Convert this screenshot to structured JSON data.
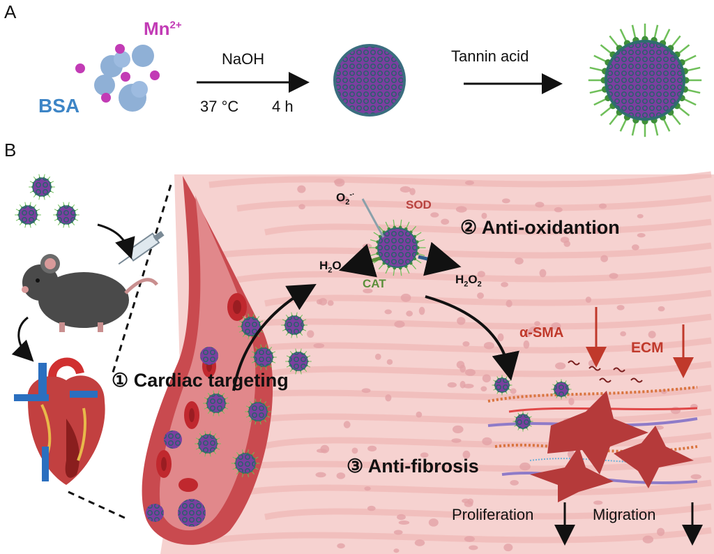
{
  "panel_a": {
    "label": "A",
    "mn_label": "Mn",
    "mn_charge": "2+",
    "bsa_label": "BSA",
    "ion_text": "Mn²⁺",
    "step1": {
      "reagent": "NaOH",
      "temperature": "37 °C",
      "time": "4 h"
    },
    "step2": {
      "reagent": "Tannin acid"
    }
  },
  "panel_b": {
    "label": "B",
    "steps": [
      {
        "number": "①",
        "text": "Cardiac targeting"
      },
      {
        "number": "②",
        "text": "Anti-oxidantion"
      },
      {
        "number": "③",
        "text": "Anti-fibrosis"
      }
    ],
    "ros": {
      "superoxide": "O",
      "superoxide_sub": "2",
      "superoxide_sup": "-·",
      "sod": "SOD",
      "cat": "CAT",
      "water": "H",
      "water_sub": "2",
      "water_tail": "O",
      "peroxide": "H",
      "peroxide_sub": "2",
      "peroxide_mid": "O",
      "peroxide_sub2": "2"
    },
    "fibrosis": {
      "asma": "α-SMA",
      "ecm": "ECM",
      "proliferation": "Proliferation",
      "migration": "Migration"
    }
  },
  "colors": {
    "mn_magenta": "#c23bb5",
    "bsa_blue": "#3d85c6",
    "tissue_pink": "#f6d2d0",
    "vessel_red": "#d9535a",
    "enzyme_red": "#b8423f",
    "cat_green": "#5b8f3a"
  }
}
